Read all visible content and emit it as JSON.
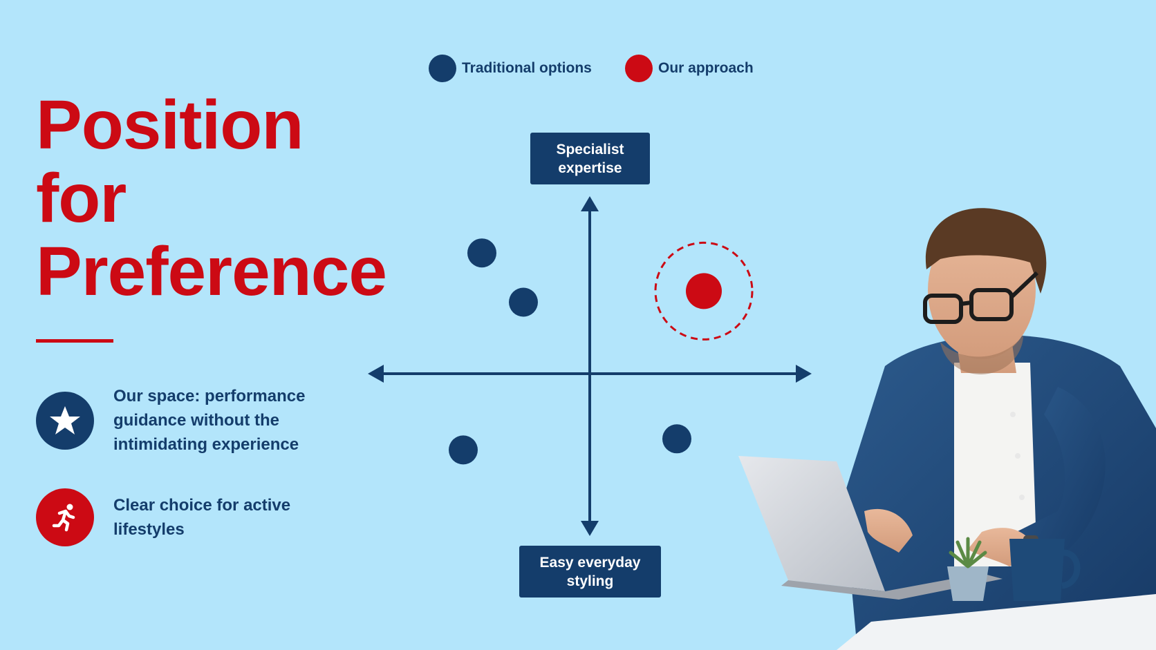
{
  "colors": {
    "background": "#b3e5fb",
    "navy": "#143d6b",
    "red": "#cc0a14",
    "white": "#ffffff"
  },
  "title": {
    "lines": [
      "Position",
      "for",
      "Preference"
    ]
  },
  "features": [
    {
      "icon": "star-icon",
      "text": "Our space: performance guidance without the intimidating experience"
    },
    {
      "icon": "running-person-icon",
      "text": "Clear choice for active lifestyles"
    }
  ],
  "legend": [
    {
      "label": "Traditional options",
      "color": "#143d6b"
    },
    {
      "label": "Our approach",
      "color": "#cc0a14"
    }
  ],
  "axes": {
    "top_label": "Specialist expertise",
    "bottom_label": "Easy everyday styling"
  },
  "chart_data": {
    "type": "scatter",
    "xlim": [
      -10,
      10
    ],
    "ylim": [
      -10,
      10
    ],
    "series": [
      {
        "name": "Traditional options",
        "color": "#143d6b",
        "points": [
          {
            "x": -5.2,
            "y": 7.6
          },
          {
            "x": -3.2,
            "y": 4.5
          },
          {
            "x": -6.1,
            "y": -4.8
          },
          {
            "x": 4.2,
            "y": -4.1
          }
        ]
      },
      {
        "name": "Our approach",
        "color": "#cc0a14",
        "highlight": true,
        "points": [
          {
            "x": 5.5,
            "y": 5.2
          }
        ]
      }
    ]
  }
}
